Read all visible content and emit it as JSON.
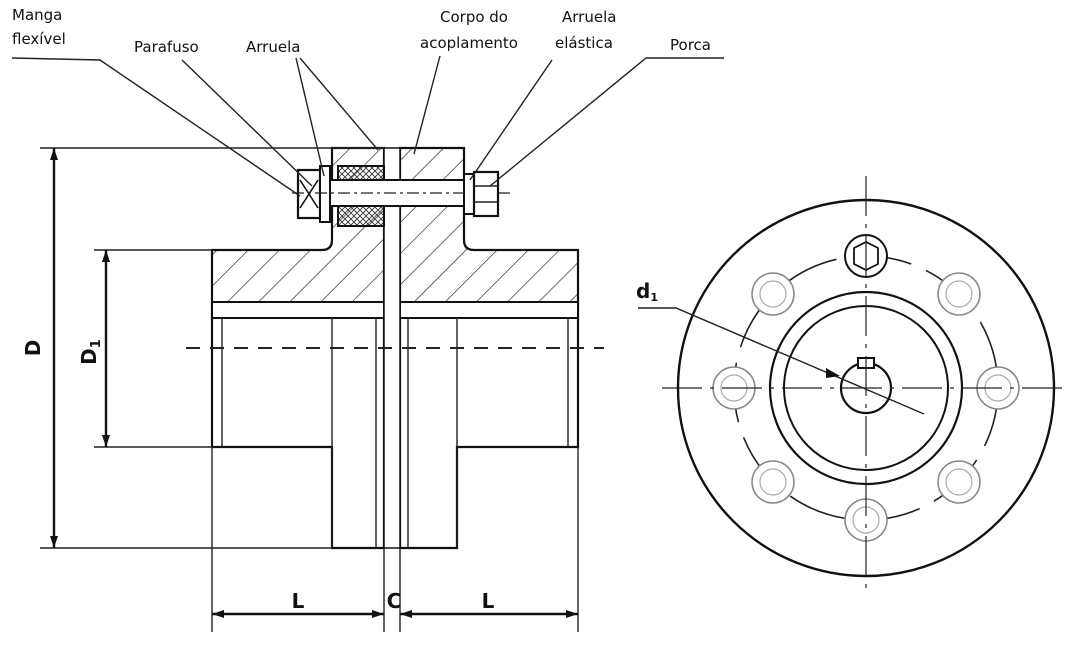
{
  "labels": {
    "manga_line1": "Manga",
    "manga_line2": "flexível",
    "parafuso": "Parafuso",
    "arruela": "Arruela",
    "corpo_line1": "Corpo do",
    "corpo_line2": "acoplamento",
    "arruela_elastica_line1": "Arruela",
    "arruela_elastica_line2": "elástica",
    "porca": "Porca"
  },
  "dimensions": {
    "D": "D",
    "D1": "D",
    "D1_sub": "1",
    "d1": "d",
    "d1_sub": "1",
    "L_left": "L",
    "C": "C",
    "L_right": "L"
  }
}
